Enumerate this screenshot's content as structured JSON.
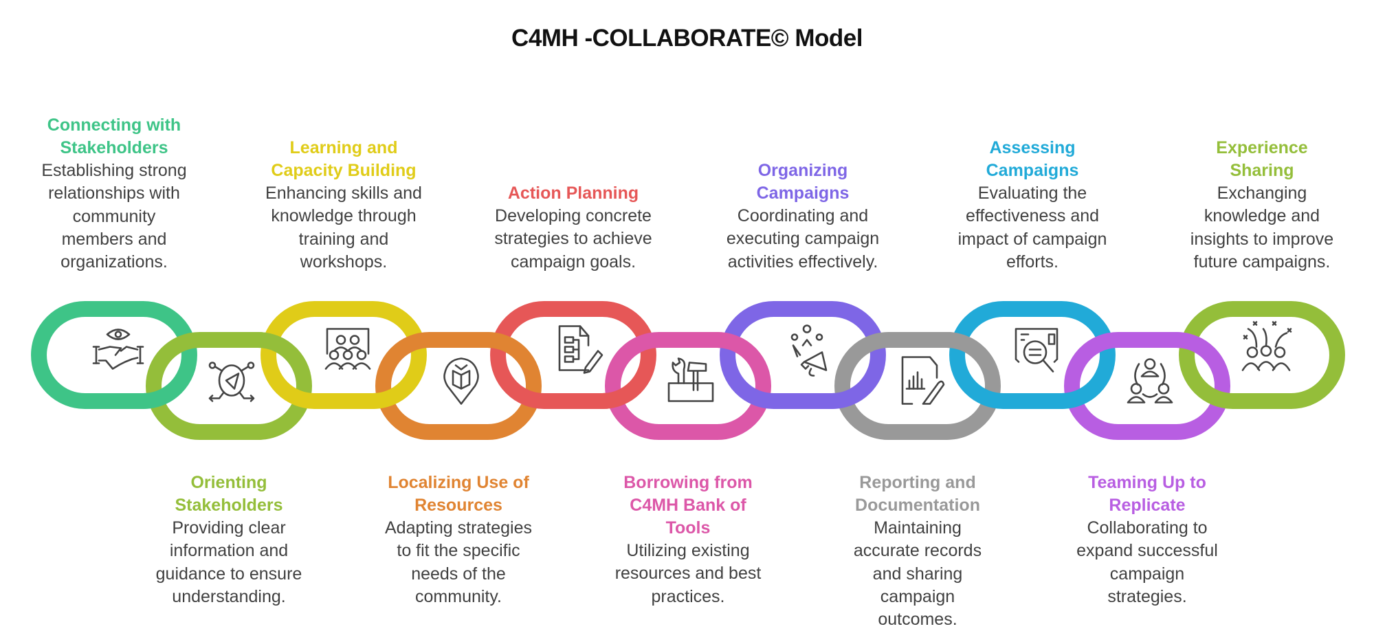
{
  "title": "C4MH -COLLABORATE© Model",
  "steps": [
    {
      "heading": "Connecting with Stakeholders",
      "description": "Establishing strong relationships with community members and organizations.",
      "color": "#3EC487",
      "icon": "handshake-eye-icon",
      "position": "top"
    },
    {
      "heading": "Orienting Stakeholders",
      "description": "Providing clear information and guidance to ensure understanding.",
      "color": "#94BE3A",
      "icon": "navigation-compass-icon",
      "position": "bottom"
    },
    {
      "heading": "Learning and Capacity Building",
      "description": "Enhancing skills and knowledge through training and workshops.",
      "color": "#E0CC18",
      "icon": "classroom-group-icon",
      "position": "top"
    },
    {
      "heading": "Localizing Use of Resources",
      "description": "Adapting strategies to fit the specific needs of the community.",
      "color": "#E08432",
      "icon": "location-book-icon",
      "position": "bottom"
    },
    {
      "heading": "Action Planning",
      "description": "Developing concrete strategies to achieve campaign goals.",
      "color": "#E65757",
      "icon": "document-plan-icon",
      "position": "top"
    },
    {
      "heading": "Borrowing from C4MH Bank of Tools",
      "description": "Utilizing existing resources and best practices.",
      "color": "#DC57A8",
      "icon": "toolbox-icon",
      "position": "bottom"
    },
    {
      "heading": "Organizing Campaigns",
      "description": "Coordinating and executing campaign activities effectively.",
      "color": "#7E66E6",
      "icon": "megaphone-people-icon",
      "position": "top"
    },
    {
      "heading": "Reporting and Documentation",
      "description": "Maintaining accurate records and sharing campaign outcomes.",
      "color": "#999999",
      "icon": "report-chart-icon",
      "position": "bottom"
    },
    {
      "heading": "Assessing Campaigns",
      "description": "Evaluating the effectiveness and impact of campaign efforts.",
      "color": "#21AAD8",
      "icon": "search-document-icon",
      "position": "top"
    },
    {
      "heading": "Teaming Up to Replicate",
      "description": "Collaborating to expand successful campaign strategies.",
      "color": "#B85EE2",
      "icon": "team-cycle-icon",
      "position": "bottom"
    },
    {
      "heading": "Experience Sharing",
      "description": "Exchanging knowledge and insights to improve future campaigns.",
      "color": "#94BE3A",
      "icon": "celebration-group-icon",
      "position": "top"
    }
  ]
}
